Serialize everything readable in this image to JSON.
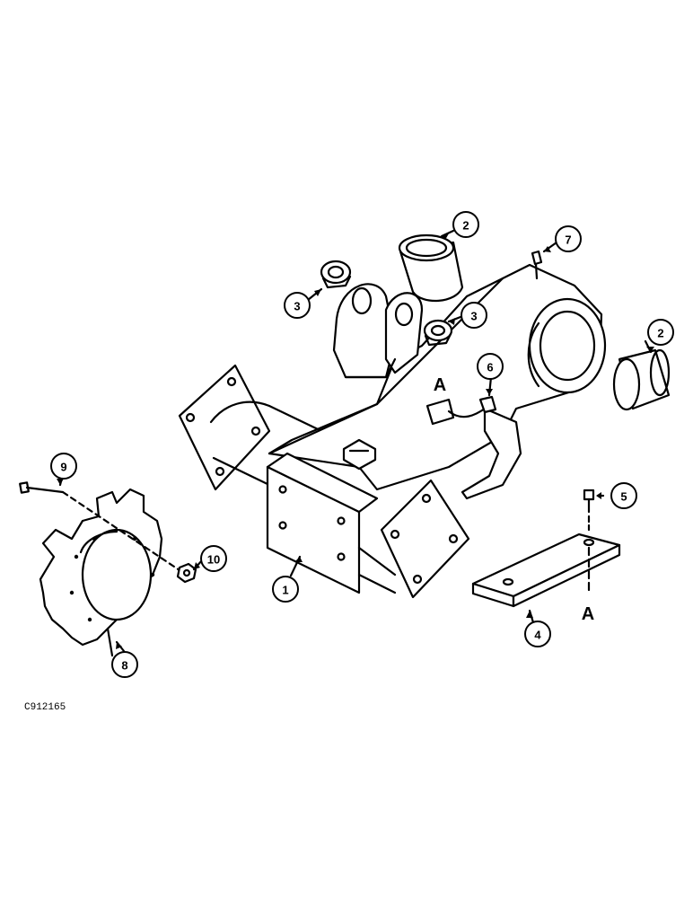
{
  "figure_id": "C912165",
  "callouts": {
    "c1": "1",
    "c2a": "2",
    "c2b": "2",
    "c3a": "3",
    "c3b": "3",
    "c4": "4",
    "c5": "5",
    "c6": "6",
    "c7": "7",
    "c8": "8",
    "c9": "9",
    "c10": "10"
  },
  "reference_letters": {
    "a_top": "A",
    "a_bottom": "A"
  }
}
